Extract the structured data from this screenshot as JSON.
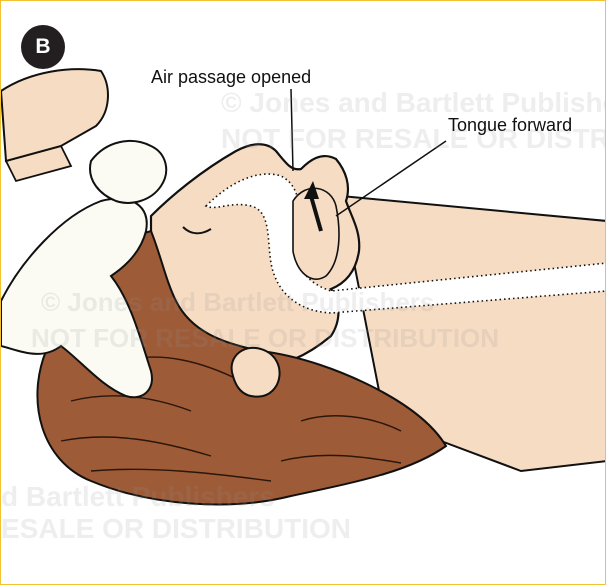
{
  "panel": {
    "badge": "B"
  },
  "labels": {
    "air_passage": "Air passage opened",
    "tongue": "Tongue forward"
  },
  "watermark": {
    "line1": "© Jones and Bartlett Publishers",
    "line2": "NOT FOR RESALE OR DISTRIBUTION",
    "line3": "© Jones and Bartlett Publishers",
    "line4": "NOT FOR RESALE OR DISTRIBUTION",
    "line5": "d Bartlett Publishers",
    "line6": "ESALE OR DISTRIBUTION"
  },
  "colors": {
    "frame_border": "#f2c230",
    "skin": "#f6dcc3",
    "hair": "#9e5b37",
    "glove": "#fbfbf4",
    "outline": "#111111"
  }
}
